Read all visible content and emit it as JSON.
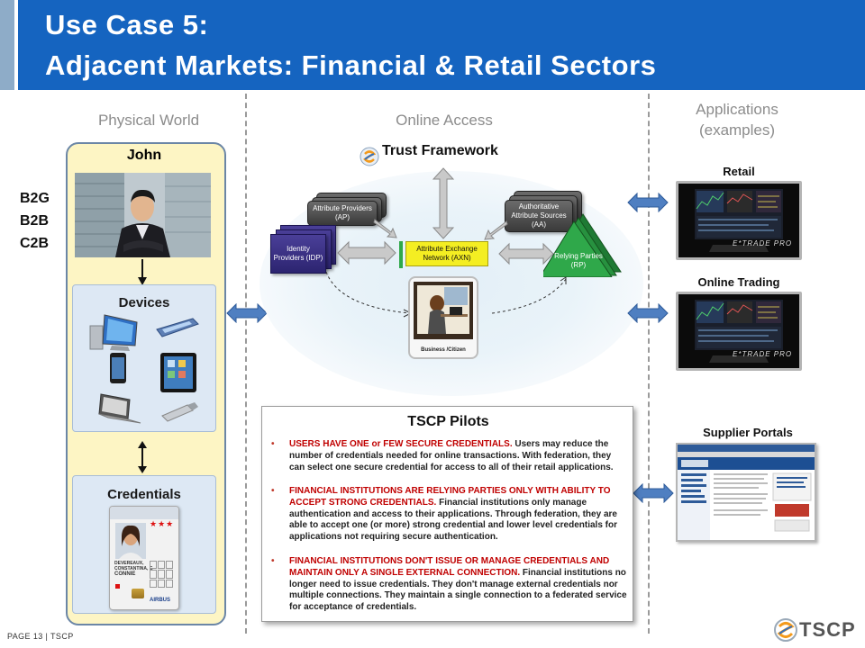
{
  "header": {
    "line1": "Use Case 5:",
    "line2": "Adjacent Markets: Financial & Retail Sectors"
  },
  "columns": {
    "physical": "Physical World",
    "online": "Online Access",
    "applications_line1": "Applications",
    "applications_line2": "(examples)"
  },
  "physical": {
    "person": "John",
    "sectors": [
      "B2G",
      "B2B",
      "C2B"
    ],
    "devices_label": "Devices",
    "credentials_label": "Credentials",
    "badge": {
      "org": "AIRBUS",
      "name_line1": "DEVEREAUX,",
      "name_line2": "CONSTANTINA, G",
      "name_line3": "CONNIE"
    }
  },
  "online": {
    "trust_framework": "Trust Framework",
    "ap_label": "Attribute Providers (AP)",
    "idp_label": "Identity Providers (IDP)",
    "axn_label": "Attribute Exchange Network (AXN)",
    "aa_label": "Authoritative Attribute Sources (AA)",
    "rp_label": "Relying Parties (RP)",
    "citizen_label": "Business /Citizen"
  },
  "pilots": {
    "title": "TSCP Pilots",
    "bullets": [
      {
        "lead": "USERS HAVE ONE or FEW SECURE CREDENTIALS.",
        "text": " Users may reduce the number of credentials needed for online transactions.  With federation, they can select one secure credential for access to all of their retail applications."
      },
      {
        "lead": "FINANCIAL INSTITUTIONS ARE RELYING PARTIES ONLY WITH ABILITY TO ACCEPT STRONG CREDENTIALS.",
        "text": "  Financial institutions only manage authentication and access to their applications.  Through federation, they are able to accept one (or more) strong credential and lower level credentials for applications not requiring secure authentication."
      },
      {
        "lead": "FINANCIAL INSTITUTIONS DON'T ISSUE OR MANAGE CREDENTIALS AND MAINTAIN ONLY A SINGLE EXTERNAL CONNECTION.",
        "text": " Financial institutions no longer need to issue credentials. They don't manage external credentials nor multiple connections. They maintain a single connection to a federated service for acceptance of credentials."
      }
    ]
  },
  "apps": {
    "retail": "Retail",
    "trading": "Online Trading",
    "supplier": "Supplier Portals",
    "etrade": "E*TRADE PRO"
  },
  "footer": {
    "page": "PAGE 13  |  TSCP",
    "logo": "TSCP"
  },
  "colors": {
    "header": "#1564c0",
    "arrow_blue": "#4f7fc1",
    "axn_yellow": "#f4ee22",
    "rp_green": "#2fa84a"
  }
}
